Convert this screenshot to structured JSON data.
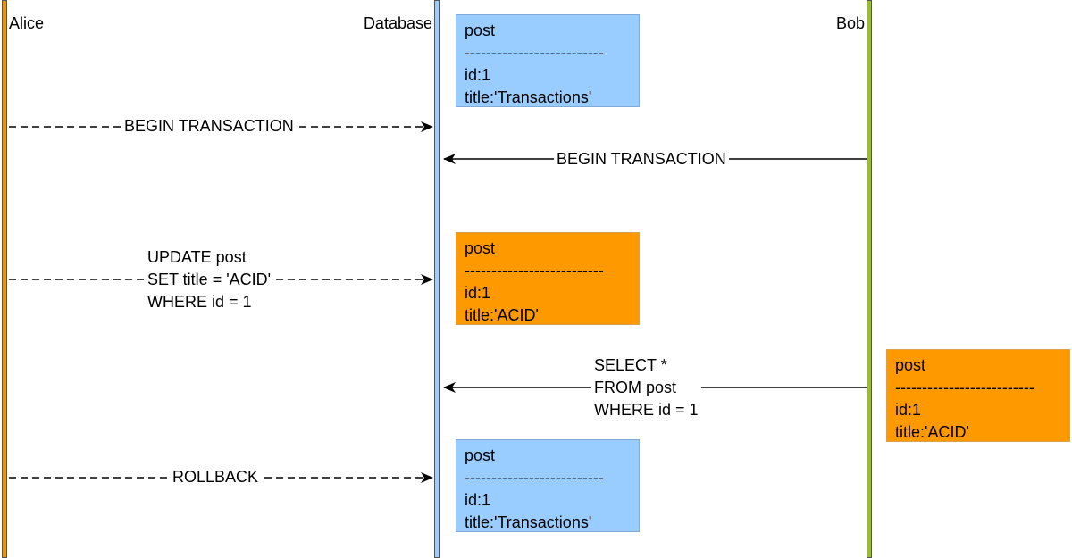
{
  "colors": {
    "alice_lifeline": "#f29400",
    "database_lifeline": "#99ccff",
    "bob_lifeline": "#97c11f",
    "note_blue": "#99ccff",
    "note_orange": "#ff9900",
    "line": "#000000"
  },
  "actors": {
    "alice": "Alice",
    "database": "Database",
    "bob": "Bob"
  },
  "messages": {
    "alice_begin": {
      "lines": [
        "BEGIN TRANSACTION"
      ],
      "style": "dashed",
      "direction": "right"
    },
    "bob_begin": {
      "lines": [
        "BEGIN TRANSACTION"
      ],
      "style": "solid",
      "direction": "left"
    },
    "alice_update": {
      "lines": [
        "UPDATE post",
        "SET title = 'ACID'",
        "WHERE id = 1"
      ],
      "style": "dashed",
      "direction": "right"
    },
    "bob_select": {
      "lines": [
        "SELECT *",
        "FROM post",
        "WHERE id = 1"
      ],
      "style": "solid",
      "direction": "left"
    },
    "alice_rollback": {
      "lines": [
        "ROLLBACK"
      ],
      "style": "dashed",
      "direction": "right"
    }
  },
  "notes": {
    "initial": {
      "lines": [
        "post",
        "--------------------------",
        "id:1",
        "title:'Transactions'"
      ],
      "color": "blue"
    },
    "after_update": {
      "lines": [
        "post",
        "--------------------------",
        "id:1",
        "title:'ACID'"
      ],
      "color": "orange"
    },
    "bob_view": {
      "lines": [
        "post",
        "--------------------------",
        "id:1",
        "title:'ACID'"
      ],
      "color": "orange"
    },
    "after_rollback": {
      "lines": [
        "post",
        "--------------------------",
        "id:1",
        "title:'Transactions'"
      ],
      "color": "blue"
    }
  }
}
